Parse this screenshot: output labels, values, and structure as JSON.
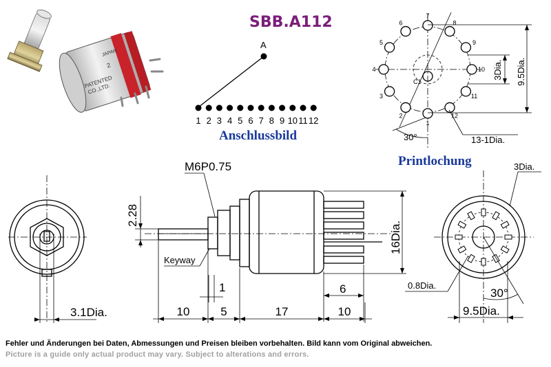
{
  "header": {
    "model": "SBB.A112"
  },
  "photo": {
    "body_print": [
      "PATENTED",
      "CO.,LTD.",
      "2",
      "JAPAN"
    ]
  },
  "connection": {
    "caption": "Anschlussbild",
    "common_label": "A",
    "pins": [
      "1",
      "2",
      "3",
      "4",
      "5",
      "6",
      "7",
      "8",
      "9",
      "10",
      "11",
      "12"
    ]
  },
  "pcb": {
    "caption": "Printlochung",
    "center_label": "C1",
    "pins": [
      "1",
      "2",
      "3",
      "4",
      "5",
      "6",
      "7",
      "8",
      "9",
      "10",
      "11",
      "12"
    ],
    "dims": {
      "inner": "3Dia.",
      "outer": "9.5Dia.",
      "angle": "30°",
      "holes": "13-1Dia."
    }
  },
  "front": {
    "shaft_dia": "3.1Dia."
  },
  "side": {
    "thread": "M6P0.75",
    "flat": "2.28",
    "keyway": "Keyway",
    "key_width": "1",
    "body_dia": "16Dia.",
    "pin_len": "6",
    "segments": [
      "10",
      "5",
      "17",
      "10"
    ]
  },
  "rear": {
    "terminal_dia": "3Dia.",
    "hole_dia": "0.8Dia.",
    "angle": "30°",
    "circle_dia": "9.5Dia."
  },
  "disclaimer": {
    "de": "Fehler und Änderungen bei Daten, Abmessungen und Preisen bleiben vorbehalten. Bild kann vom Original abweichen.",
    "en": "Picture is a guide only actual product may vary. Subject to alterations and errors."
  }
}
